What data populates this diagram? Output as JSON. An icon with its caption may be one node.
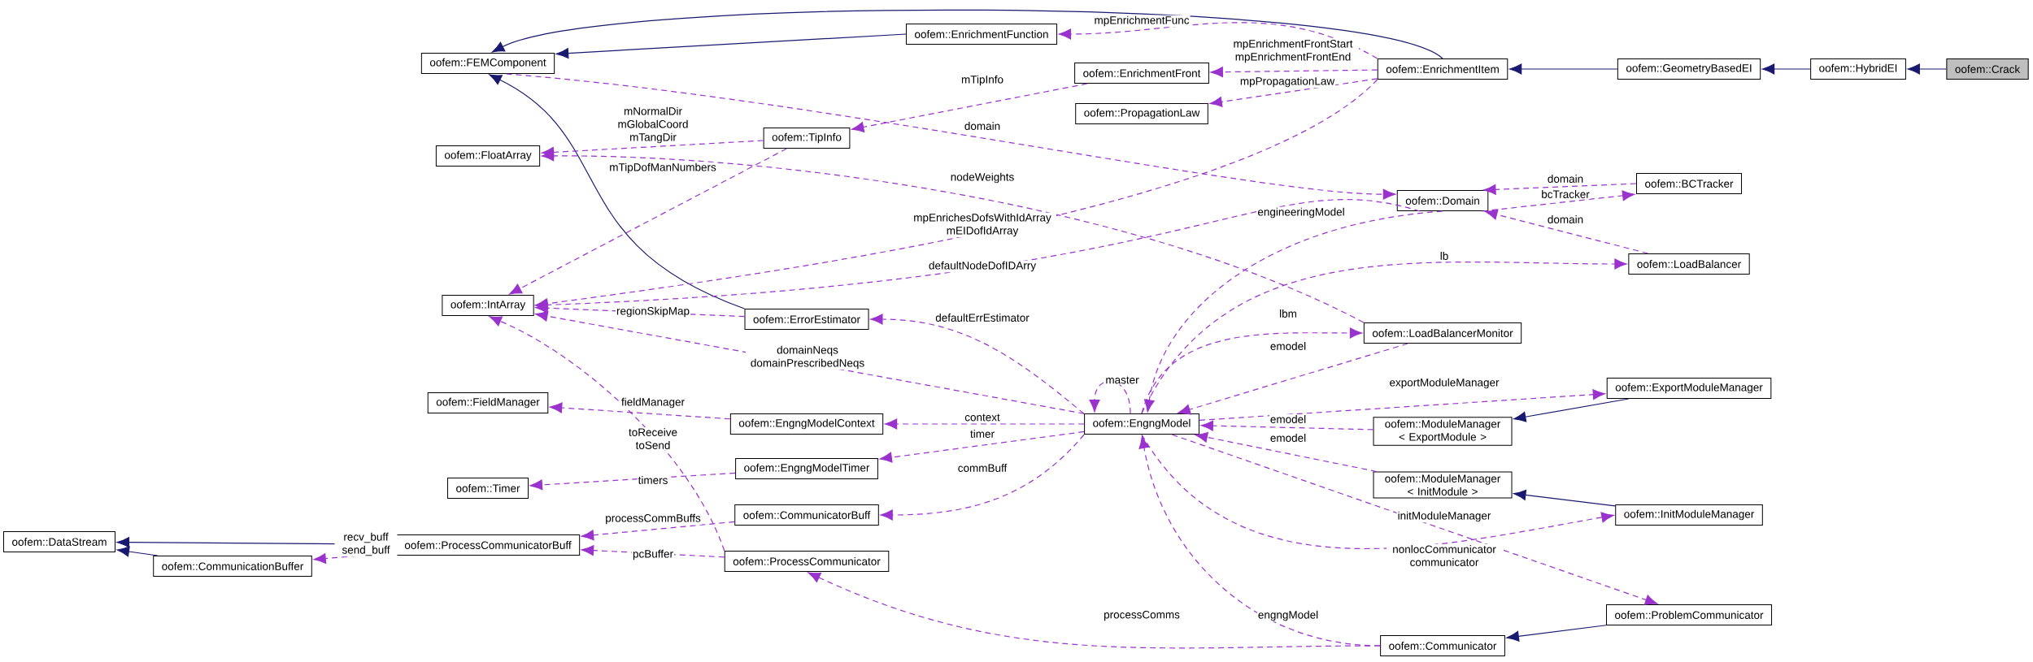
{
  "diagram": {
    "nodes": [
      {
        "text": [
          "oofem::EnrichmentFunction"
        ]
      },
      {
        "text": [
          "oofem::FEMComponent"
        ]
      },
      {
        "text": [
          "oofem::EnrichmentItem"
        ]
      },
      {
        "text": [
          "oofem::GeometryBasedEI"
        ]
      },
      {
        "text": [
          "oofem::HybridEI"
        ]
      },
      {
        "text": [
          "oofem::Crack"
        ]
      },
      {
        "text": [
          "oofem::EnrichmentFront"
        ]
      },
      {
        "text": [
          "oofem::PropagationLaw"
        ]
      },
      {
        "text": [
          "oofem::TipInfo"
        ]
      },
      {
        "text": [
          "oofem::FloatArray"
        ]
      },
      {
        "text": [
          "oofem::BCTracker"
        ]
      },
      {
        "text": [
          "oofem::Domain"
        ]
      },
      {
        "text": [
          "oofem::LoadBalancer"
        ]
      },
      {
        "text": [
          "oofem::IntArray"
        ]
      },
      {
        "text": [
          "oofem::ErrorEstimator"
        ]
      },
      {
        "text": [
          "oofem::LoadBalancerMonitor"
        ]
      },
      {
        "text": [
          "oofem::ExportModuleManager"
        ]
      },
      {
        "text": [
          "oofem::FieldManager"
        ]
      },
      {
        "text": [
          "oofem::EngngModelContext"
        ]
      },
      {
        "text": [
          "oofem::EngngModel"
        ]
      },
      {
        "text": [
          "oofem::ModuleManager < ExportModule >"
        ]
      },
      {
        "text": [
          "oofem::EngngModelTimer"
        ]
      },
      {
        "text": [
          "oofem::ModuleManager < InitModule >"
        ]
      },
      {
        "text": [
          "oofem::Timer"
        ]
      },
      {
        "text": [
          "oofem::CommunicatorBuff"
        ]
      },
      {
        "text": [
          "oofem::InitModuleManager"
        ]
      },
      {
        "text": [
          "oofem::DataStream"
        ]
      },
      {
        "text": [
          "oofem::ProcessCommunicatorBuff"
        ]
      },
      {
        "text": [
          "oofem::ProcessCommunicator"
        ]
      },
      {
        "text": [
          "oofem::CommunicationBuffer"
        ]
      },
      {
        "text": [
          "oofem::ProblemCommunicator"
        ]
      },
      {
        "text": [
          "oofem::Communicator"
        ]
      }
    ],
    "edges": [
      {
        "from": 0,
        "to": 1,
        "arrow": "to",
        "color": "#191970"
      },
      {
        "from": 2,
        "to": 1,
        "arrow": "to",
        "color": "#191970"
      },
      {
        "from": 14,
        "to": 1,
        "arrow": "to",
        "color": "#191970"
      },
      {
        "from": 3,
        "to": 2,
        "arrow": "to",
        "color": "#191970"
      },
      {
        "from": 4,
        "to": 3,
        "arrow": "to",
        "color": "#191970"
      },
      {
        "from": 5,
        "to": 4,
        "arrow": "to",
        "color": "#191970"
      },
      {
        "from": 27,
        "to": 26,
        "arrow": "to",
        "color": "#191970"
      },
      {
        "from": 29,
        "to": 26,
        "arrow": "to",
        "color": "#191970"
      },
      {
        "from": 16,
        "to": 20,
        "arrow": "to",
        "color": "#191970"
      },
      {
        "from": 25,
        "to": 22,
        "arrow": "to",
        "color": "#191970"
      },
      {
        "from": 30,
        "to": 31,
        "arrow": "to",
        "color": "#191970"
      },
      {
        "from": 1,
        "to": 11,
        "arrow": "to",
        "label": "domain",
        "style": "dashed"
      },
      {
        "from": 2,
        "to": 0,
        "arrow": "to",
        "label": "mpEnrichmentFunc",
        "style": "dashed"
      },
      {
        "from": 2,
        "to": 6,
        "arrow": "to",
        "label": "mpEnrichmentFrontStart mpEnrichmentFrontEnd",
        "style": "dashed"
      },
      {
        "from": 2,
        "to": 7,
        "arrow": "to",
        "label": "mpPropagationLaw",
        "style": "dashed"
      },
      {
        "from": 6,
        "to": 8,
        "arrow": "to",
        "label": "mTipInfo",
        "style": "dashed"
      },
      {
        "from": 8,
        "to": 9,
        "arrow": "to",
        "label": "mNormalDir mGlobalCoord mTangDir",
        "style": "dashed"
      },
      {
        "from": 8,
        "to": 13,
        "arrow": "to",
        "label": "mTipDofManNumbers",
        "style": "dashed"
      },
      {
        "from": 2,
        "to": 13,
        "arrow": "to",
        "label": "mpEnrichesDofsWithIdArray mEIDofIdArray",
        "style": "dashed"
      },
      {
        "from": 11,
        "to": 13,
        "arrow": "to",
        "label": "defaultNodeDofIDArry",
        "style": "dashed"
      },
      {
        "from": 14,
        "to": 13,
        "arrow": "to",
        "label": "regionSkipMap",
        "style": "dashed"
      },
      {
        "from": 19,
        "to": 13,
        "arrow": "to",
        "label": "domainNeqs domainPrescribedNeqs",
        "style": "dashed"
      },
      {
        "from": 28,
        "to": 13,
        "arrow": "to",
        "label": "toReceive toSend",
        "style": "dashed"
      },
      {
        "from": 10,
        "to": 11,
        "arrow": "to",
        "label": "domain",
        "style": "dashed"
      },
      {
        "from": 11,
        "to": 10,
        "arrow": "to",
        "label": "bcTracker",
        "style": "dashed"
      },
      {
        "from": 12,
        "to": 11,
        "arrow": "to",
        "label": "domain",
        "style": "dashed"
      },
      {
        "from": 11,
        "to": 19,
        "arrow": "to",
        "label": "engineeringModel",
        "style": "dashed"
      },
      {
        "from": 19,
        "to": 12,
        "arrow": "to",
        "label": "lb",
        "style": "dashed"
      },
      {
        "from": 19,
        "to": 15,
        "arrow": "to",
        "label": "lbm",
        "style": "dashed"
      },
      {
        "from": 15,
        "to": 19,
        "arrow": "to",
        "label": "emodel",
        "style": "dashed"
      },
      {
        "from": 15,
        "to": 9,
        "arrow": "to",
        "label": "nodeWeights",
        "style": "dashed"
      },
      {
        "from": 19,
        "to": 14,
        "arrow": "to",
        "label": "defaultErrEstimator",
        "style": "dashed"
      },
      {
        "from": 19,
        "to": 19,
        "arrow": "to",
        "label": "master",
        "style": "dashed"
      },
      {
        "from": 19,
        "to": 18,
        "arrow": "to",
        "label": "context",
        "style": "dashed"
      },
      {
        "from": 19,
        "to": 21,
        "arrow": "to",
        "label": "timer",
        "style": "dashed"
      },
      {
        "from": 19,
        "to": 24,
        "arrow": "to",
        "label": "commBuff",
        "style": "dashed"
      },
      {
        "from": 18,
        "to": 17,
        "arrow": "to",
        "label": "fieldManager",
        "style": "dashed"
      },
      {
        "from": 21,
        "to": 23,
        "arrow": "to",
        "label": "timers",
        "style": "dashed"
      },
      {
        "from": 24,
        "to": 27,
        "arrow": "to",
        "label": "processCommBuffs",
        "style": "dashed"
      },
      {
        "from": 28,
        "to": 27,
        "arrow": "to",
        "label": "pcBuffer",
        "style": "dashed"
      },
      {
        "from": 27,
        "to": 29,
        "arrow": "to",
        "label": "recv_buff send_buff",
        "style": "dashed"
      },
      {
        "from": 31,
        "to": 28,
        "arrow": "to",
        "label": "processComms",
        "style": "dashed"
      },
      {
        "from": 31,
        "to": 19,
        "arrow": "to",
        "label": "engngModel",
        "style": "dashed"
      },
      {
        "from": 19,
        "to": 16,
        "arrow": "to",
        "label": "exportModuleManager",
        "style": "dashed"
      },
      {
        "from": 20,
        "to": 19,
        "arrow": "to",
        "label": "emodel",
        "style": "dashed"
      },
      {
        "from": 22,
        "to": 19,
        "arrow": "to",
        "label": "emodel",
        "style": "dashed"
      },
      {
        "from": 19,
        "to": 25,
        "arrow": "to",
        "label": "initModuleManager",
        "style": "dashed"
      },
      {
        "from": 19,
        "to": 30,
        "arrow": "to",
        "label": "nonlocCommunicator communicator",
        "style": "dashed"
      }
    ]
  }
}
